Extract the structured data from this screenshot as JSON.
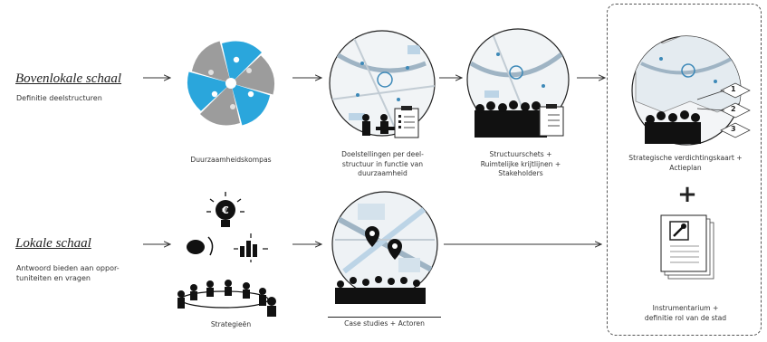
{
  "rows": {
    "top": {
      "title": "Bovenlokale schaal",
      "subtitle": "Definitie deelstructuren"
    },
    "bottom": {
      "title": "Lokale schaal",
      "subtitle_lines": [
        "Antwoord bieden aan oppor-",
        "tuniteiten en vragen"
      ]
    }
  },
  "captions": {
    "compass": "Duurzaamheidskompas",
    "objectives_lines": [
      "Doelstellingen per deel-",
      "structuur in functie van",
      "duurzaamheid"
    ],
    "structure_lines": [
      "Structuurschets +",
      "Ruimtelijke krijtlijnen +",
      "Stakeholders"
    ],
    "strategic_lines": [
      "Strategische verdichtingskaart +",
      "Actieplan"
    ],
    "strategies": "Strategieën",
    "cases": "Case studies + Actoren",
    "instruments_lines": [
      "Instrumentarium +",
      "definitie rol van de stad"
    ]
  },
  "plus_sign": "+",
  "map_layers": [
    "1",
    "2",
    "3"
  ],
  "colors": {
    "accent_blue": "#2aa6dc",
    "grey": "#9c9c9c",
    "map_blue": "#bcd4e6",
    "ink": "#111111"
  }
}
